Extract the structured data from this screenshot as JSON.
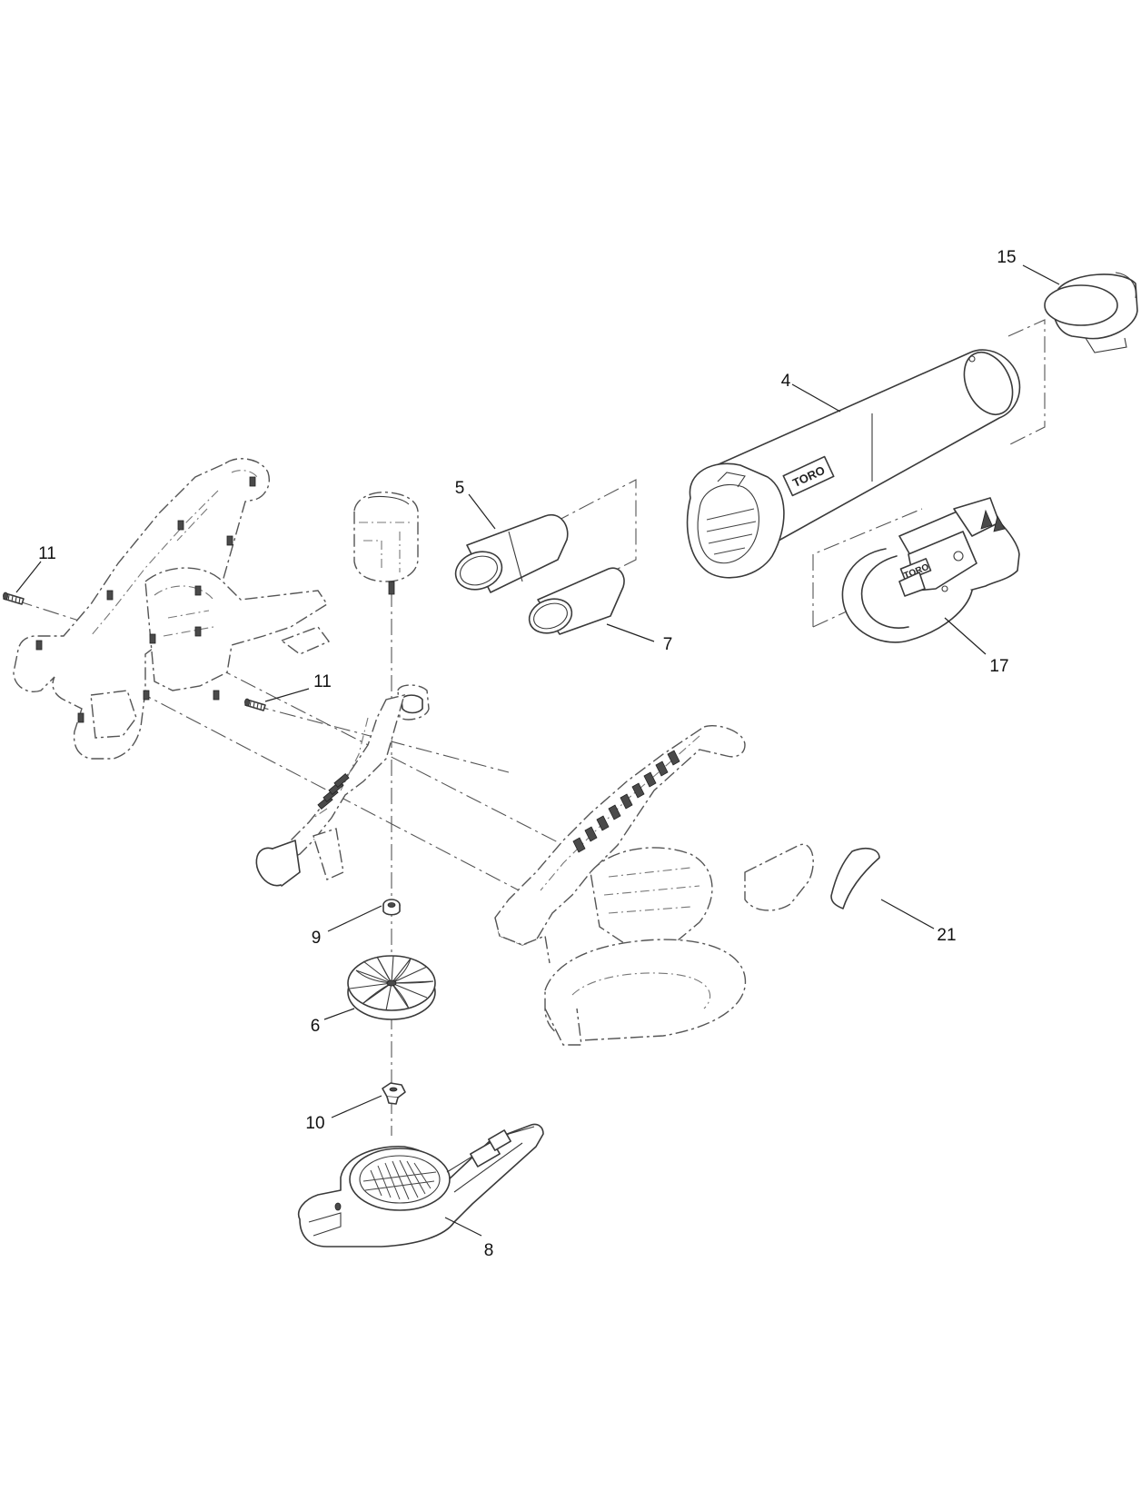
{
  "diagram": {
    "callouts": {
      "c15": "15",
      "c4": "4",
      "c5": "5",
      "c7": "7",
      "c11a": "11",
      "c11b": "11",
      "c17": "17",
      "c9": "9",
      "c6": "6",
      "c10": "10",
      "c8": "8",
      "c21": "21"
    },
    "branding": {
      "tube_logo": "TORO",
      "handle_logo": "TORO"
    }
  }
}
